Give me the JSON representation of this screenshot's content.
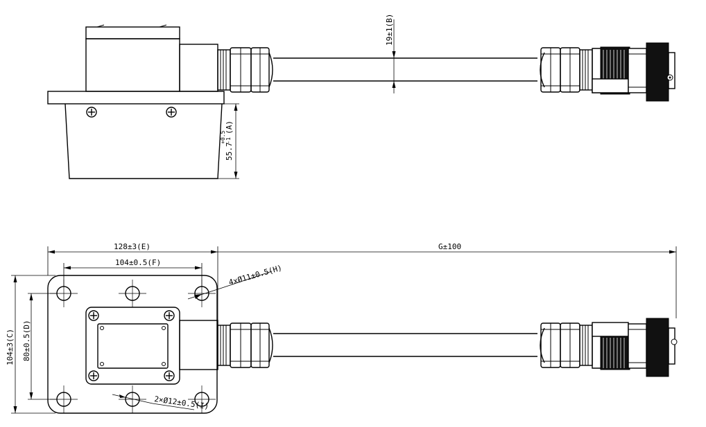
{
  "dimensions": {
    "cable_diameter": "19±1(B)",
    "box_height": "55.7",
    "box_height_tol_upper": "+0.5",
    "box_height_tol_lower": "-1",
    "box_height_suffix": "(A)",
    "flange_width": "128±3(E)",
    "hole_spacing_x": "104±0.5(F)",
    "cable_length": "G±100",
    "mounting_holes": "4xØ11±0.5(H)",
    "flange_height": "104±3(C)",
    "hole_spacing_y": "80±0.5(D)",
    "center_holes": "2×Ø12±0.5(I)"
  },
  "colors": {
    "line": "#000000",
    "background": "#ffffff",
    "connector_dark": "#111111"
  }
}
